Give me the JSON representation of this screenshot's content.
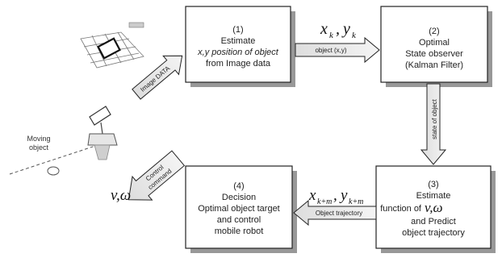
{
  "boxes": {
    "b1": {
      "number": "(1)",
      "line1": "Estimate",
      "line2": "x,y position of object",
      "line3": "from Image data"
    },
    "b2": {
      "number": "(2)",
      "line1": "Optimal",
      "line2": "State observer",
      "line3": "(Kalman Filter)"
    },
    "b3": {
      "number": "(3)",
      "line1": "Estimate",
      "line2_prefix": "function of",
      "line2_math": "v,ω",
      "line3": "and Predict",
      "line4": "object trajectory"
    },
    "b4": {
      "number": "(4)",
      "line1": "Decision",
      "line2": "Optimal object target",
      "line3": "and control",
      "line4": "mobile robot"
    }
  },
  "arrows": {
    "image_data": "Image DATA",
    "object_xy": "object (x,y)",
    "state_of_object": "state of object",
    "object_trajectory": "Object trajectory",
    "control_command_1": "Control",
    "control_command_2": "command"
  },
  "math": {
    "xk": "x",
    "xk_sub": "k",
    "comma": ",",
    "yk": "y",
    "yk_sub": "k",
    "xkm": "x",
    "xkm_sub": "k+m",
    "ykm": "y",
    "ykm_sub": "k+m",
    "v_omega": "v,ω"
  },
  "scene": {
    "moving_object_1": "Moving",
    "moving_object_2": "object"
  }
}
